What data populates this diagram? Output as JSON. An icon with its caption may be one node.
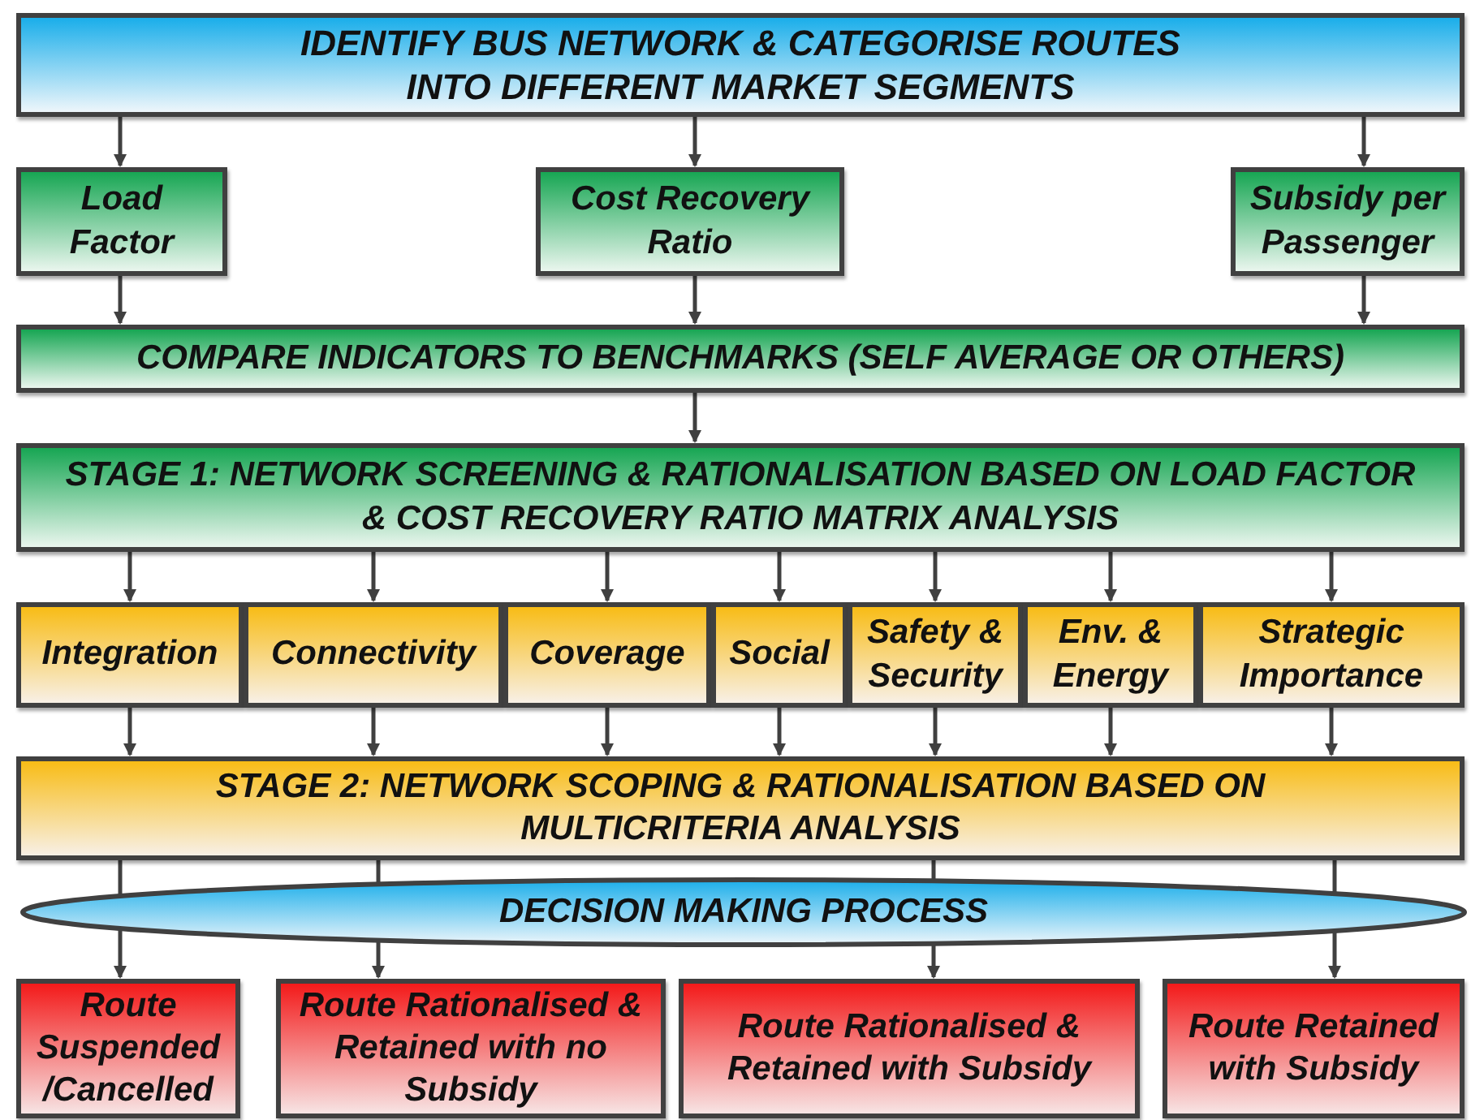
{
  "diagram": {
    "nodes": [
      {
        "text": [
          "IDENTIFY BUS NETWORK & CATEGORISE ROUTES INTO DIFFERENT MARKET SEGMENTS"
        ]
      },
      {
        "text": [
          "Load Factor"
        ]
      },
      {
        "text": [
          "Cost Recovery Ratio"
        ]
      },
      {
        "text": [
          "Subsidy per Passenger"
        ]
      },
      {
        "text": [
          "COMPARE INDICATORS TO BENCHMARKS (SELF AVERAGE OR OTHERS)"
        ]
      },
      {
        "text": [
          "STAGE 1: NETWORK SCREENING & RATIONALISATION BASED ON LOAD FACTOR & COST RECOVERY RATIO MATRIX ANALYSIS"
        ]
      },
      {
        "text": [
          "Integration"
        ]
      },
      {
        "text": [
          "Connectivity"
        ]
      },
      {
        "text": [
          "Coverage"
        ]
      },
      {
        "text": [
          "Social"
        ]
      },
      {
        "text": [
          "Safety & Security"
        ]
      },
      {
        "text": [
          "Env. & Energy"
        ]
      },
      {
        "text": [
          "Strategic Importance"
        ]
      },
      {
        "text": [
          "STAGE 2: NETWORK SCOPING & RATIONALISATION BASED ON MULTICRITERIA ANALYSIS"
        ]
      },
      {
        "text": [
          "DECISION MAKING PROCESS"
        ]
      },
      {
        "text": [
          "Route Suspended /Cancelled"
        ]
      },
      {
        "text": [
          "Route Rationalised & Retained with no Subsidy"
        ]
      },
      {
        "text": [
          "Route Rationalised & Retained with Subsidy"
        ]
      },
      {
        "text": [
          "Route Retained with Subsidy"
        ]
      }
    ],
    "edges": [
      {
        "from": 0,
        "to": 1,
        "arrow": "to"
      },
      {
        "from": 0,
        "to": 2,
        "arrow": "to"
      },
      {
        "from": 0,
        "to": 3,
        "arrow": "to"
      },
      {
        "from": 1,
        "to": 4,
        "arrow": "to"
      },
      {
        "from": 2,
        "to": 4,
        "arrow": "to"
      },
      {
        "from": 3,
        "to": 4,
        "arrow": "to"
      },
      {
        "from": 4,
        "to": 5,
        "arrow": "to"
      },
      {
        "from": 5,
        "to": 6,
        "arrow": "to"
      },
      {
        "from": 5,
        "to": 7,
        "arrow": "to"
      },
      {
        "from": 5,
        "to": 8,
        "arrow": "to"
      },
      {
        "from": 5,
        "to": 9,
        "arrow": "to"
      },
      {
        "from": 5,
        "to": 10,
        "arrow": "to"
      },
      {
        "from": 5,
        "to": 11,
        "arrow": "to"
      },
      {
        "from": 5,
        "to": 12,
        "arrow": "to"
      },
      {
        "from": 6,
        "to": 13,
        "arrow": "to"
      },
      {
        "from": 7,
        "to": 13,
        "arrow": "to"
      },
      {
        "from": 8,
        "to": 13,
        "arrow": "to"
      },
      {
        "from": 9,
        "to": 13,
        "arrow": "to"
      },
      {
        "from": 10,
        "to": 13,
        "arrow": "to"
      },
      {
        "from": 11,
        "to": 13,
        "arrow": "to"
      },
      {
        "from": 12,
        "to": 13,
        "arrow": "to"
      },
      {
        "from": 13,
        "to": 14,
        "arrow": "none"
      },
      {
        "from": 13,
        "to": 14,
        "arrow": "none"
      },
      {
        "from": 13,
        "to": 14,
        "arrow": "none"
      },
      {
        "from": 13,
        "to": 14,
        "arrow": "none"
      },
      {
        "from": 14,
        "to": 15,
        "arrow": "to"
      },
      {
        "from": 14,
        "to": 16,
        "arrow": "to"
      },
      {
        "from": 14,
        "to": 17,
        "arrow": "to"
      },
      {
        "from": 14,
        "to": 18,
        "arrow": "to"
      }
    ]
  }
}
